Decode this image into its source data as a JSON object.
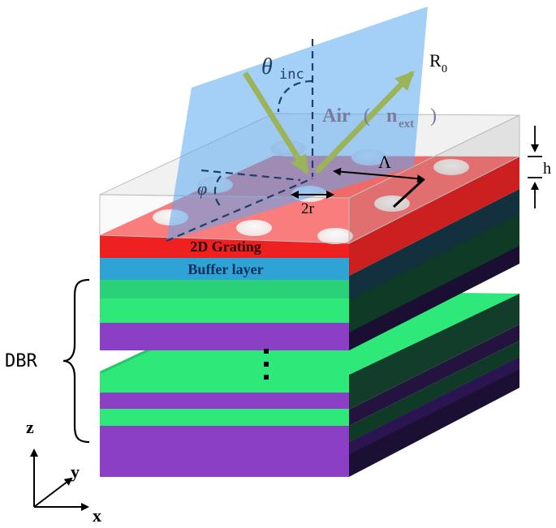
{
  "labels": {
    "theta": "θ",
    "inc": "inc",
    "air": "Air",
    "paren_open": "(",
    "n": "n",
    "ext": "ext",
    "paren_close": ")",
    "r0": "R",
    "r0_sub": "0",
    "lambda": "Λ",
    "h": "h",
    "phi": "φ",
    "two_r": "2r",
    "grating": "2D Grating",
    "buffer": "Buffer layer",
    "dbr": "DBR",
    "axis_z": "z",
    "axis_y": "y",
    "axis_x": "x"
  },
  "colors": {
    "air_layer": "#e6e6e6",
    "grating": "#ff2a2a",
    "buffer": "#2fa3d6",
    "dbr_green": "#2ee87a",
    "dbr_purple": "#8b3fc4",
    "dark_side": "#0d1a14",
    "incidence_plane": "#5aa8f0",
    "beam": "#9bb45a"
  },
  "icons": {
    "ellipsis": "vertical-dots-icon",
    "bracket": "curly-brace-icon"
  }
}
